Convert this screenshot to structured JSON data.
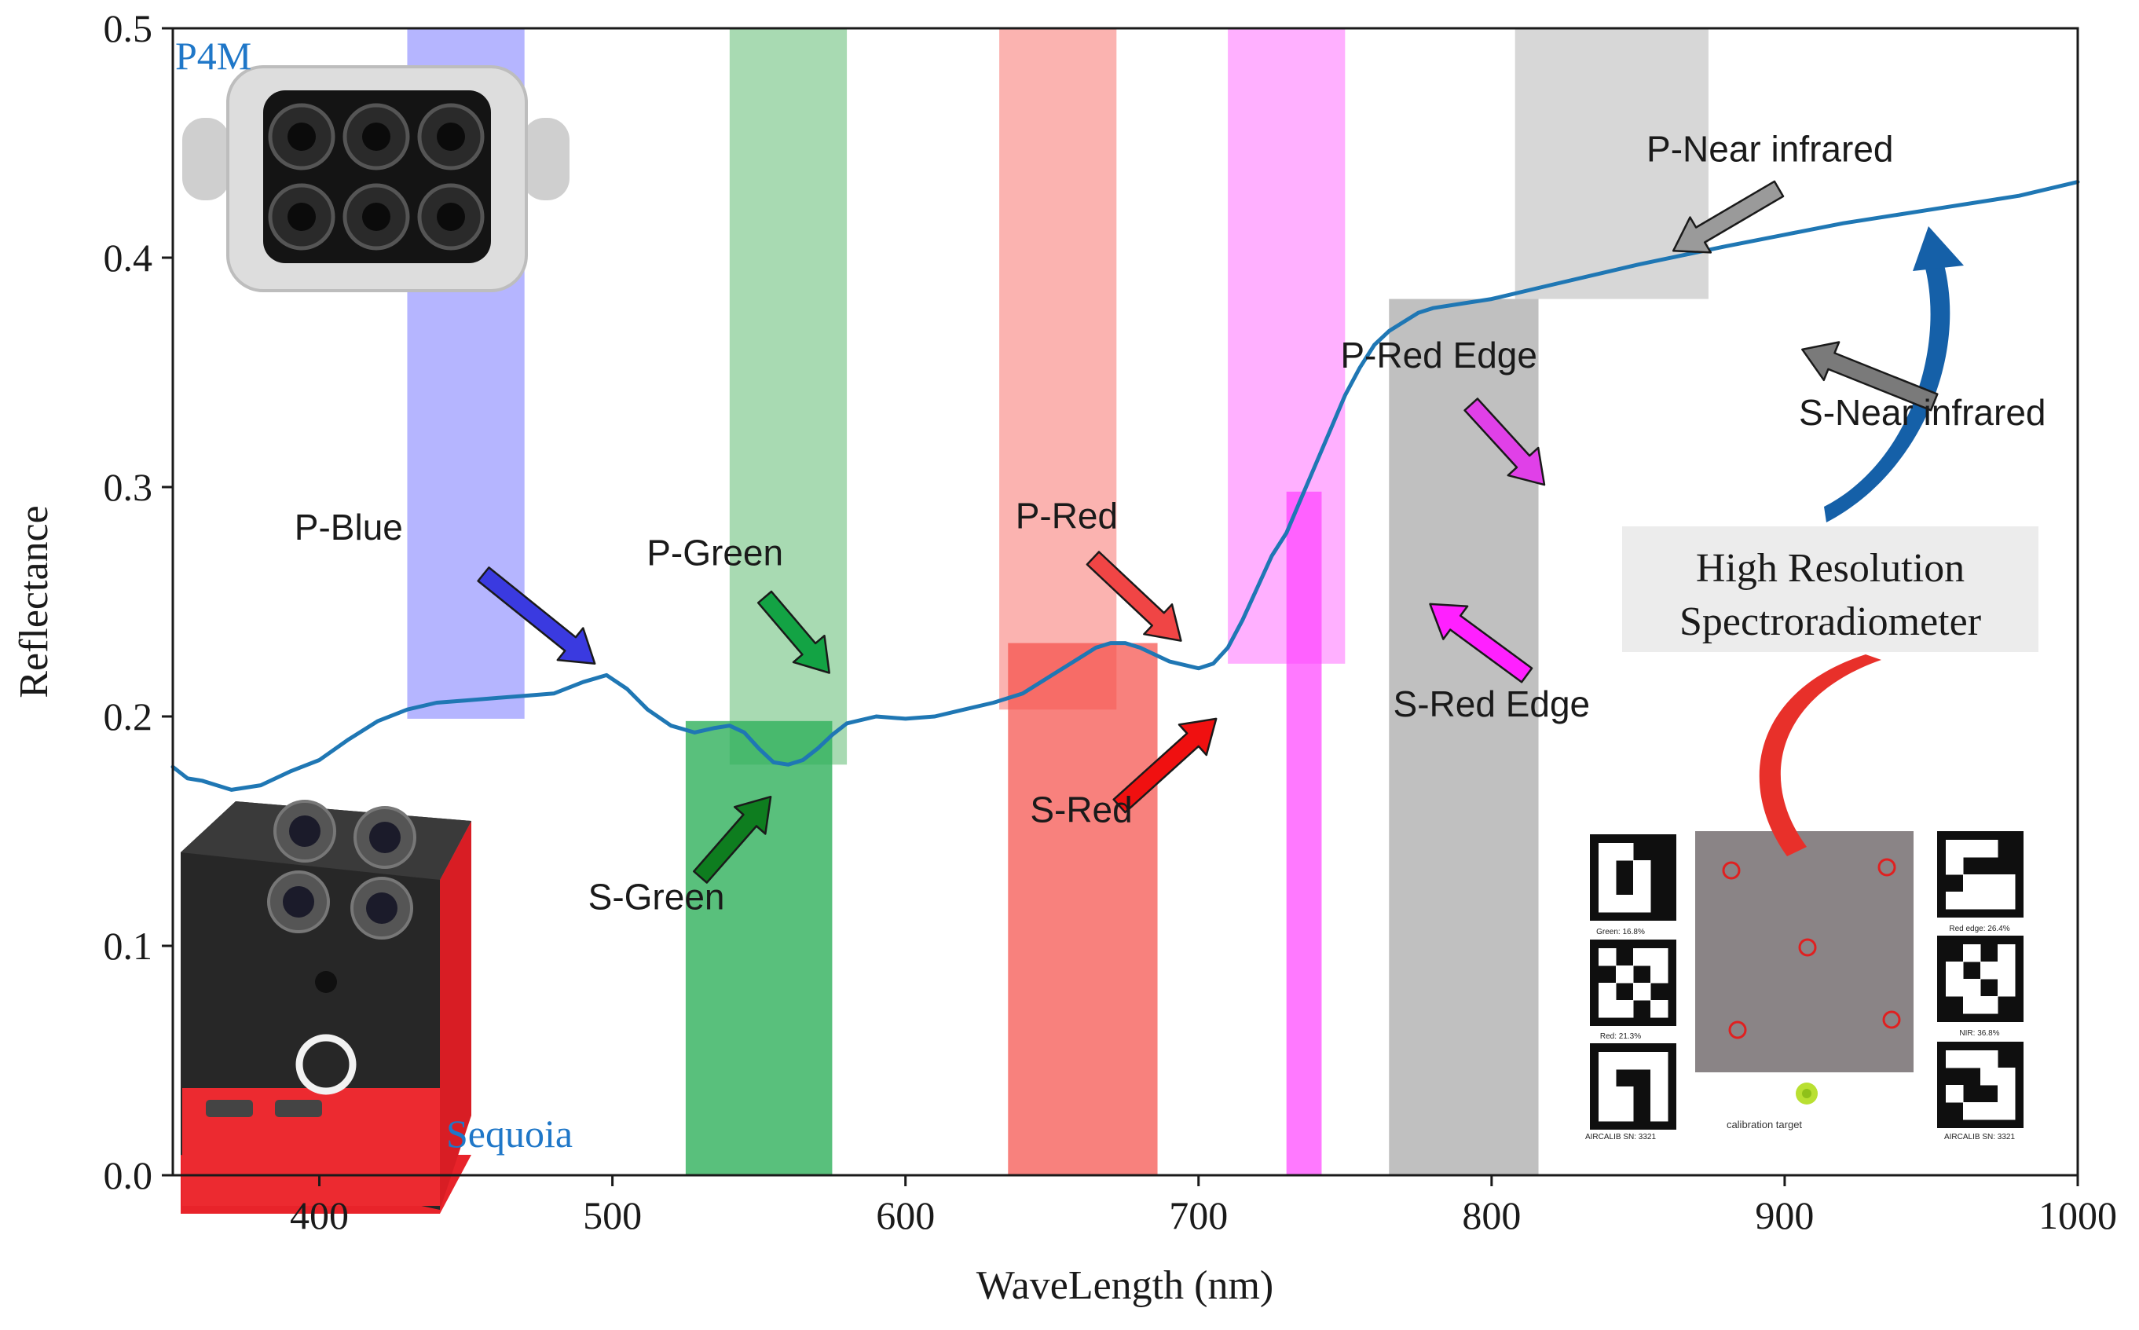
{
  "chart_data": {
    "type": "line",
    "title": "",
    "xlabel": "WaveLength (nm)",
    "ylabel": "Reflectance",
    "xlim": [
      350,
      1000
    ],
    "ylim": [
      0.0,
      0.5
    ],
    "xticks": [
      "400",
      "500",
      "600",
      "700",
      "800",
      "900",
      "1000"
    ],
    "yticks": [
      "0.0",
      "0.1",
      "0.2",
      "0.3",
      "0.4",
      "0.5"
    ],
    "grid": false,
    "line_color": "#1f77b4",
    "series": [
      {
        "x": [
          350,
          355,
          360,
          365,
          370,
          375,
          380,
          390,
          400,
          410,
          420,
          430,
          440,
          450,
          460,
          470,
          480,
          490,
          498,
          505,
          512,
          520,
          528,
          535,
          540,
          545,
          550,
          555,
          560,
          565,
          570,
          575,
          580,
          590,
          600,
          610,
          620,
          630,
          640,
          650,
          660,
          665,
          670,
          675,
          680,
          690,
          700,
          705,
          710,
          715,
          720,
          725,
          730,
          735,
          740,
          745,
          750,
          755,
          760,
          765,
          770,
          775,
          780,
          790,
          800,
          820,
          850,
          880,
          900,
          920,
          950,
          980,
          1000
        ],
        "values": [
          0.178,
          0.173,
          0.172,
          0.17,
          0.168,
          0.169,
          0.17,
          0.176,
          0.181,
          0.19,
          0.198,
          0.203,
          0.206,
          0.207,
          0.208,
          0.209,
          0.21,
          0.215,
          0.218,
          0.212,
          0.203,
          0.196,
          0.193,
          0.195,
          0.196,
          0.193,
          0.186,
          0.18,
          0.179,
          0.181,
          0.186,
          0.192,
          0.197,
          0.2,
          0.199,
          0.2,
          0.203,
          0.206,
          0.21,
          0.218,
          0.226,
          0.23,
          0.232,
          0.232,
          0.23,
          0.224,
          0.221,
          0.223,
          0.23,
          0.242,
          0.256,
          0.27,
          0.28,
          0.295,
          0.31,
          0.325,
          0.34,
          0.352,
          0.362,
          0.368,
          0.372,
          0.376,
          0.378,
          0.38,
          0.382,
          0.388,
          0.397,
          0.405,
          0.41,
          0.415,
          0.421,
          0.427,
          0.433
        ]
      }
    ],
    "bands": [
      {
        "lo": 430,
        "hi": 470,
        "ylo": 0.199,
        "yhi": 0.5,
        "color": "#8080ff",
        "opacity": 0.58
      },
      {
        "lo": 540,
        "hi": 580,
        "ylo": 0.179,
        "yhi": 0.5,
        "color": "#52b566",
        "opacity": 0.5
      },
      {
        "lo": 525,
        "hi": 575,
        "ylo": 0.0,
        "yhi": 0.198,
        "color": "#2fb05b",
        "opacity": 0.8
      },
      {
        "lo": 632,
        "hi": 672,
        "ylo": 0.203,
        "yhi": 0.5,
        "color": "#f88480",
        "opacity": 0.62
      },
      {
        "lo": 635,
        "hi": 686,
        "ylo": 0.0,
        "yhi": 0.232,
        "color": "#f5514b",
        "opacity": 0.72
      },
      {
        "lo": 710,
        "hi": 750,
        "ylo": 0.223,
        "yhi": 0.5,
        "color": "#ff80ff",
        "opacity": 0.62
      },
      {
        "lo": 730,
        "hi": 742,
        "ylo": 0.0,
        "yhi": 0.298,
        "color": "#ff40ff",
        "opacity": 0.7
      },
      {
        "lo": 808,
        "hi": 874,
        "ylo": 0.382,
        "yhi": 0.5,
        "color": "#b3b3b3",
        "opacity": 0.52
      },
      {
        "lo": 765,
        "hi": 816,
        "ylo": 0.0,
        "yhi": 0.382,
        "color": "#9e9e9e",
        "opacity": 0.65
      }
    ],
    "annotations": [
      {
        "text": "P-Blue",
        "tx": 410,
        "ty": 0.277,
        "anchor": "middle",
        "ax": 456,
        "ay": 0.262,
        "bx": 494,
        "by": 0.223,
        "color": "#3a3ae0"
      },
      {
        "text": "P-Green",
        "tx": 535,
        "ty": 0.266,
        "anchor": "middle",
        "ax": 552,
        "ay": 0.252,
        "bx": 574,
        "by": 0.219,
        "color": "#13a344"
      },
      {
        "text": "S-Green",
        "tx": 515,
        "ty": 0.116,
        "anchor": "middle",
        "ax": 530,
        "ay": 0.13,
        "bx": 554,
        "by": 0.165,
        "color": "#0e7d1f"
      },
      {
        "text": "P-Red",
        "tx": 655,
        "ty": 0.282,
        "anchor": "middle",
        "ax": 664,
        "ay": 0.269,
        "bx": 694,
        "by": 0.233,
        "color": "#f04545"
      },
      {
        "text": "S-Red",
        "tx": 660,
        "ty": 0.154,
        "anchor": "middle",
        "ax": 673,
        "ay": 0.161,
        "bx": 706,
        "by": 0.199,
        "color": "#f01010"
      },
      {
        "text": "P-Red Edge",
        "tx": 782,
        "ty": 0.352,
        "anchor": "middle",
        "ax": 793,
        "ay": 0.336,
        "bx": 818,
        "by": 0.301,
        "color": "#e040e8"
      },
      {
        "text": "S-Red Edge",
        "tx": 800,
        "ty": 0.2,
        "anchor": "middle",
        "ax": 812,
        "ay": 0.218,
        "bx": 779,
        "by": 0.249,
        "color": "#ff20ff"
      },
      {
        "text": "P-Near infrared",
        "tx": 895,
        "ty": 0.442,
        "anchor": "middle",
        "ax": 898,
        "ay": 0.43,
        "bx": 862,
        "by": 0.403,
        "color": "#9a9a9a"
      },
      {
        "text": "S-Near infrared",
        "tx": 947,
        "ty": 0.327,
        "anchor": "middle",
        "ax": 951,
        "ay": 0.337,
        "bx": 906,
        "by": 0.36,
        "color": "#7a7a7a"
      }
    ],
    "inset_labels": {
      "p4m": "P4M",
      "sequoia": "Sequoia",
      "spectro_line1": "High Resolution",
      "spectro_line2": "Spectroradiometer",
      "calib_caption": "calibration target",
      "panel_left": [
        "Green: 16.8%",
        "Red: 21.3%",
        "AIRCALIB SN: 3321"
      ],
      "panel_right": [
        "Red edge: 26.4%",
        "NIR: 36.8%",
        "AIRCALIB SN: 3321"
      ]
    }
  }
}
